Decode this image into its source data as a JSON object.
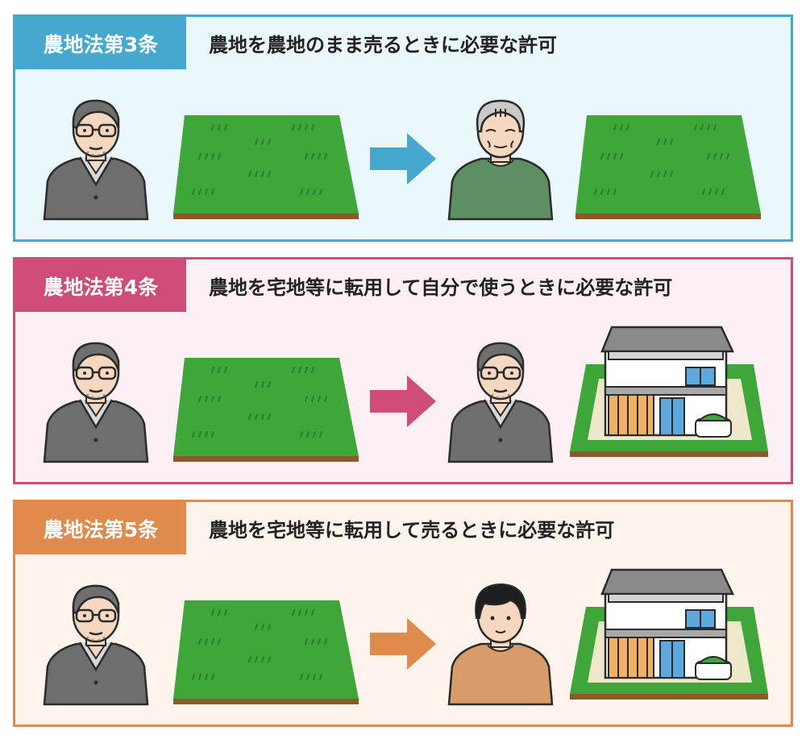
{
  "panels": [
    {
      "tag": "農地法第3条",
      "description": "農地を農地のまま売るときに必要な許可",
      "colors": {
        "accent": "#46a8cf",
        "background": "#eaf8fc",
        "arrow": "#46a8cf"
      },
      "icons": [
        "man-with-glasses-icon",
        "farmland-icon",
        "arrow-right-icon",
        "elderly-man-icon",
        "farmland-icon"
      ]
    },
    {
      "tag": "農地法第4条",
      "description": "農地を宅地等に転用して自分で使うときに必要な許可",
      "colors": {
        "accent": "#cf4b78",
        "background": "#fdf0f4",
        "arrow": "#cf4b78"
      },
      "icons": [
        "man-with-glasses-icon",
        "farmland-icon",
        "arrow-right-icon",
        "man-with-glasses-icon",
        "house-on-land-icon"
      ]
    },
    {
      "tag": "農地法第5条",
      "description": "農地を宅地等に転用して売るときに必要な許可",
      "colors": {
        "accent": "#e08a4c",
        "background": "#fdf4ec",
        "arrow": "#e08a4c"
      },
      "icons": [
        "man-with-glasses-icon",
        "farmland-icon",
        "arrow-right-icon",
        "young-man-icon",
        "house-on-land-icon"
      ]
    }
  ]
}
